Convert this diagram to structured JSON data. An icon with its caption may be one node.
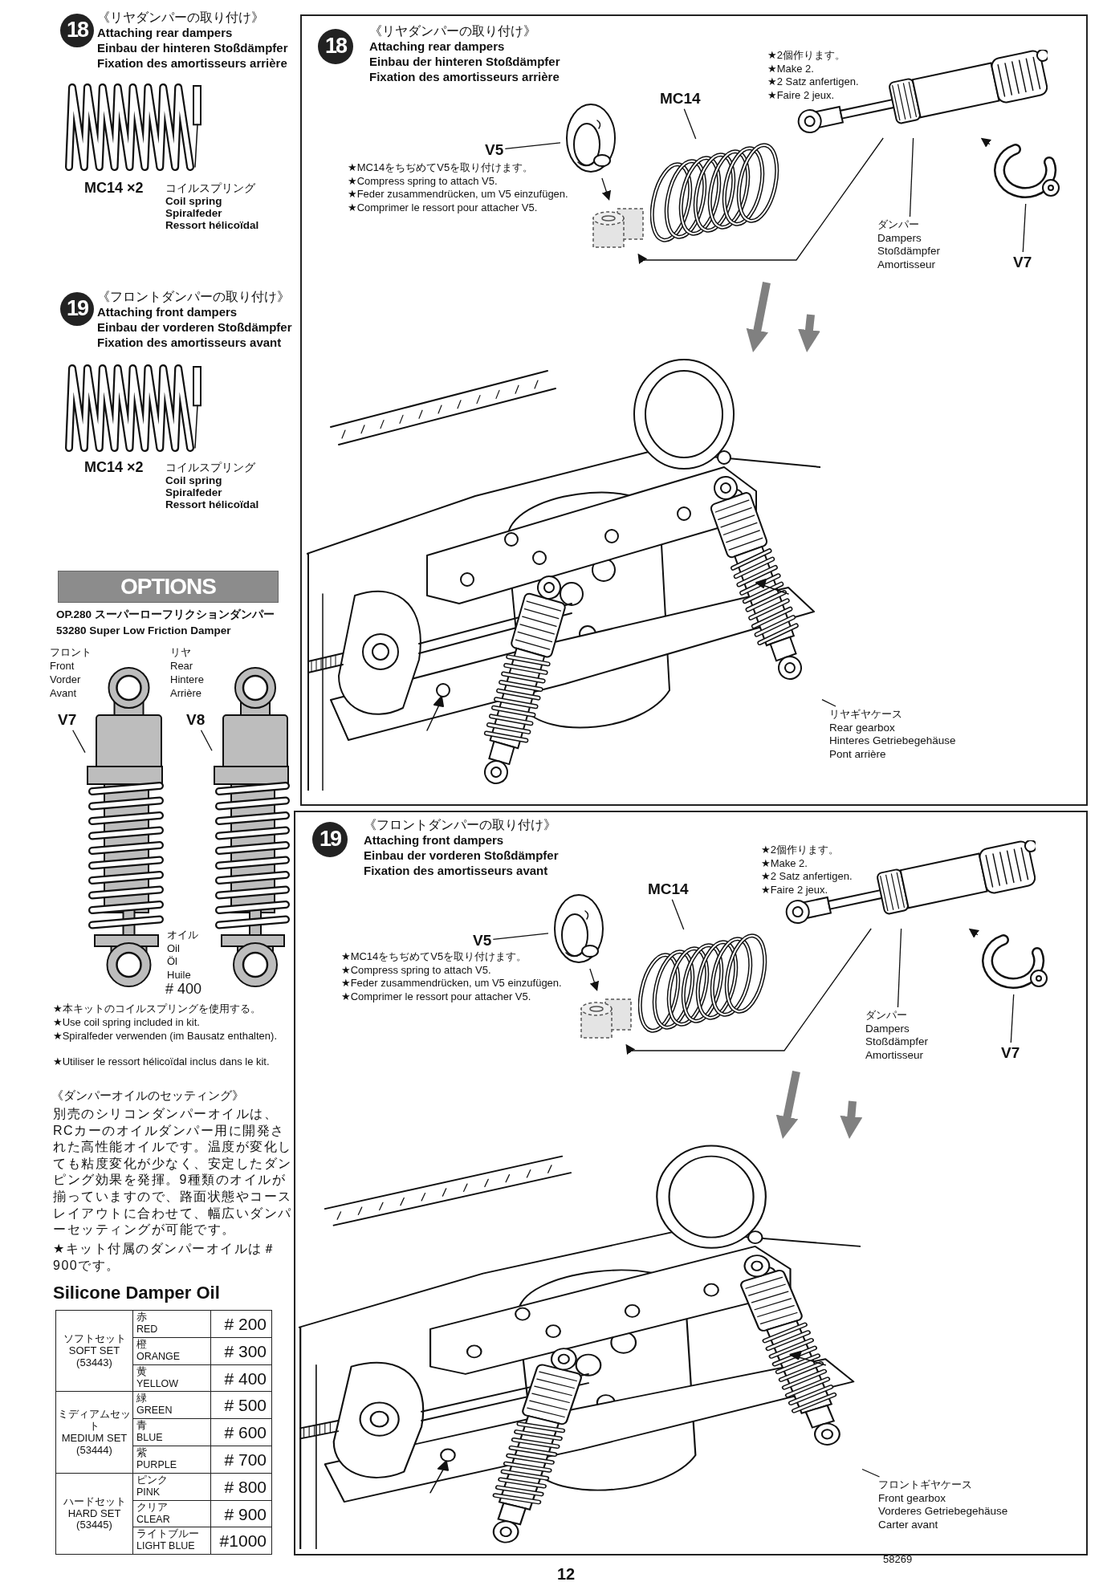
{
  "diagram": {
    "nodes": [
      {
        "text": [
          "18"
        ],
        "beside": [
          "《リヤダンパーの取り付け》",
          "Attaching rear dampers",
          "Einbau der hinteren Stoßdämpfer",
          "Fixation des amortisseurs arrière"
        ]
      },
      {
        "text": [
          "19"
        ],
        "beside": [
          "《フロントダンパーの取り付け》",
          "Attaching front dampers",
          "Einbau der vorderen Stoßdämpfer",
          "Fixation des amortisseurs avant"
        ]
      },
      {
        "text": [
          "OPTIONS"
        ]
      },
      {
        "text": [
          "V7"
        ]
      },
      {
        "text": [],
        "shape": "picture"
      },
      {
        "text": [
          "V8"
        ]
      },
      {
        "text": [],
        "shape": "picture"
      },
      {
        "text": [],
        "shape": "box"
      },
      {
        "text": [
          "18"
        ],
        "in": 7,
        "beside": [
          "《リヤダンパーの取り付け》",
          "Attaching rear dampers",
          "Einbau der hinteren Stoßdämpfer",
          "Fixation des amortisseurs arrière"
        ]
      },
      {
        "text": [
          "V5"
        ],
        "in": 7
      },
      {
        "text": [],
        "shape": "picture",
        "in": 7
      },
      {
        "text": [
          "MC14"
        ],
        "in": 7
      },
      {
        "text": [],
        "shape": "picture",
        "in": 7
      },
      {
        "text": [],
        "shape": "picture",
        "in": 7
      },
      {
        "text": [],
        "shape": "picture",
        "in": 7
      },
      {
        "text": [],
        "shape": "picture",
        "in": 7
      },
      {
        "text": [
          "V7"
        ],
        "in": 7
      },
      {
        "text": [
          "ダンパー",
          "Dampers",
          "Stoßdämpfer",
          "Amortisseur"
        ],
        "in": 7
      },
      {
        "text": [],
        "shape": "picture",
        "in": 7
      },
      {
        "text": [
          "リヤギヤケース",
          "Rear gearbox",
          "Hinteres Getriebegehäuse",
          "Pont arrière"
        ],
        "in": 7
      },
      {
        "text": [],
        "shape": "box"
      },
      {
        "text": [
          "19"
        ],
        "in": 20,
        "beside": [
          "《フロントダンパーの取り付け》",
          "Attaching front dampers",
          "Einbau der vorderen Stoßdämpfer",
          "Fixation des amortisseurs avant"
        ]
      },
      {
        "text": [
          "V5"
        ],
        "in": 20
      },
      {
        "text": [],
        "shape": "picture",
        "in": 20
      },
      {
        "text": [
          "MC14"
        ],
        "in": 20
      },
      {
        "text": [],
        "shape": "picture",
        "in": 20
      },
      {
        "text": [],
        "shape": "picture",
        "in": 20
      },
      {
        "text": [],
        "shape": "picture",
        "in": 20
      },
      {
        "text": [],
        "shape": "picture",
        "in": 20
      },
      {
        "text": [
          "V7"
        ],
        "in": 20
      },
      {
        "text": [
          "ダンパー",
          "Dampers",
          "Stoßdämpfer",
          "Amortisseur"
        ],
        "in": 20
      },
      {
        "text": [],
        "shape": "picture",
        "in": 20
      },
      {
        "text": [
          "フロントギヤケース",
          "Front gearbox",
          "Vorderes Getriebegehäuse",
          "Carter avant"
        ],
        "in": 20
      }
    ],
    "edges": [
      {
        "from": 3,
        "to": 4,
        "arrow": "none"
      },
      {
        "from": 5,
        "to": 6,
        "arrow": "none"
      },
      {
        "from": 9,
        "to": 10,
        "arrow": "none"
      },
      {
        "from": 11,
        "to": 12,
        "arrow": "none"
      },
      {
        "from": 10,
        "to": 13,
        "arrow": "to"
      },
      {
        "from": 14,
        "to": 13,
        "arrow": "to"
      },
      {
        "from": 15,
        "to": 14,
        "arrow": "to"
      },
      {
        "from": 16,
        "to": 15,
        "arrow": "none"
      },
      {
        "from": 17,
        "to": 14,
        "arrow": "none"
      },
      {
        "from": 19,
        "to": 18,
        "arrow": "none"
      },
      {
        "from": null,
        "to": 18,
        "arrow": "to",
        "style": "thick",
        "color": "#808080"
      },
      {
        "from": null,
        "to": 18,
        "arrow": "to",
        "style": "thick",
        "color": "#808080"
      },
      {
        "from": 22,
        "to": 23,
        "arrow": "none"
      },
      {
        "from": 24,
        "to": 25,
        "arrow": "none"
      },
      {
        "from": 23,
        "to": 26,
        "arrow": "to"
      },
      {
        "from": 27,
        "to": 26,
        "arrow": "to"
      },
      {
        "from": 28,
        "to": 27,
        "arrow": "to"
      },
      {
        "from": 29,
        "to": 28,
        "arrow": "none"
      },
      {
        "from": 30,
        "to": 27,
        "arrow": "none"
      },
      {
        "from": 32,
        "to": 31,
        "arrow": "none"
      },
      {
        "from": null,
        "to": 31,
        "arrow": "to",
        "style": "thick",
        "color": "#808080"
      },
      {
        "from": null,
        "to": 31,
        "arrow": "to",
        "style": "thick",
        "color": "#808080"
      }
    ],
    "labels": [
      "MC14 ×2",
      "コイルスプリング",
      "Coil spring",
      "Spiralfeder",
      "Ressort hélicoïdal",
      "MC14 ×2",
      "コイルスプリング",
      "Coil spring",
      "Spiralfeder",
      "Ressort hélicoïdal",
      "OP.280 スーパーローフリクションダンパー",
      "53280 Super Low Friction Damper",
      "フロント",
      "Front",
      "Vorder",
      "Avant",
      "リヤ",
      "Rear",
      "Hintere",
      "Arrière",
      "オイル",
      "Oil",
      "Öl",
      "Huile",
      "# 400",
      "★本キットのコイルスプリングを使用する。",
      "★Use coil spring included in kit.",
      "★Spiralfeder verwenden (im Bausatz enthalten).",
      "★Utiliser le ressort hélicoïdal inclus dans le kit.",
      "《ダンパーオイルのセッティング》",
      "別売のシリコンダンパーオイルは、RCカーのオイルダンパー用に開発された高性能オイルです。温度が変化しても粘度変化が少なく、安定したダンピング効果を発揮。9種類のオイルが揃っていますので、路面状態やコースレイアウトに合わせて、幅広いダンパーセッティングが可能です。",
      "★キット付属のダンパーオイルは＃900です。",
      "Silicone Damper Oil",
      "ソフトセット SOFT SET (53443)",
      "赤 RED",
      "# 200",
      "橙 ORANGE",
      "# 300",
      "黄 YELLOW",
      "# 400",
      "ミディアムセット MEDIUM SET (53444)",
      "緑 GREEN",
      "# 500",
      "青 BLUE",
      "# 600",
      "紫 PURPLE",
      "# 700",
      "ハードセット HARD SET (53445)",
      "ピンク PINK",
      "# 800",
      "クリア CLEAR",
      "# 900",
      "ライトブルー LIGHT BLUE",
      "#1000",
      "★MC14をちぢめてV5を取り付けます。",
      "★Compress spring to attach V5.",
      "★Feder zusammendrücken, um V5 einzufügen.",
      "★Comprimer le ressort pour attacher V5.",
      "★2個作ります。",
      "★Make 2.",
      "★2 Satz anfertigen.",
      "★Faire 2 jeux.",
      "★MC14をちぢめてV5を取り付けます。",
      "★Compress spring to attach V5.",
      "★Feder zusammendrücken, um V5 einzufügen.",
      "★Comprimer le ressort pour attacher V5.",
      "★2個作ります。",
      "★Make 2.",
      "★2 Satz anfertigen.",
      "★Faire 2 jeux.",
      "12",
      "58269"
    ]
  }
}
